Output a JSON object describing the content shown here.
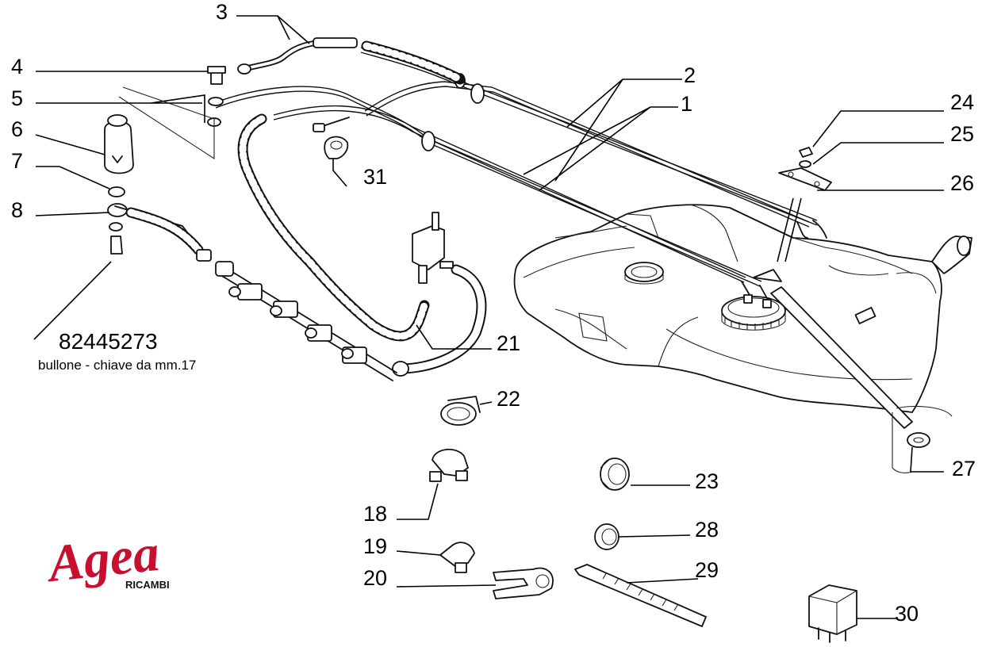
{
  "diagram": {
    "callouts": [
      "1",
      "2",
      "3",
      "4",
      "5",
      "6",
      "7",
      "8",
      "18",
      "19",
      "20",
      "21",
      "22",
      "23",
      "24",
      "25",
      "26",
      "27",
      "28",
      "29",
      "30",
      "31"
    ],
    "part_number": "82445273",
    "part_note": "bullone - chiave da mm.17"
  },
  "logo": {
    "name": "Agea",
    "subtitle": "RICAMBI",
    "color": "#c8102e"
  }
}
